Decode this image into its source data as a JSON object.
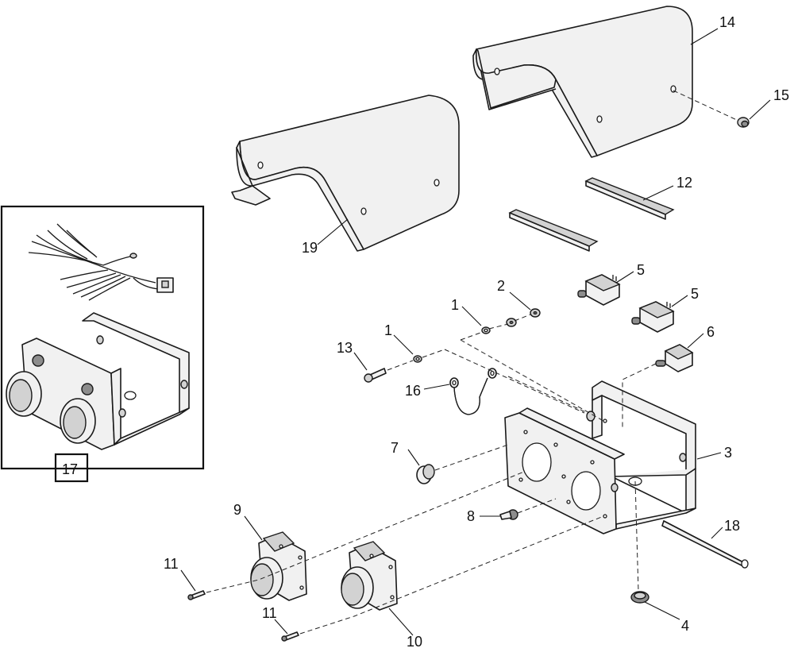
{
  "callouts": {
    "c1a": "1",
    "c1b": "1",
    "c2": "2",
    "c3": "3",
    "c4": "4",
    "c5a": "5",
    "c5b": "5",
    "c6": "6",
    "c7": "7",
    "c8": "8",
    "c9": "9",
    "c10": "10",
    "c11a": "11",
    "c11b": "11",
    "c12": "12",
    "c13": "13",
    "c14": "14",
    "c15": "15",
    "c16": "16",
    "c17": "17",
    "c18": "18",
    "c19": "19"
  }
}
